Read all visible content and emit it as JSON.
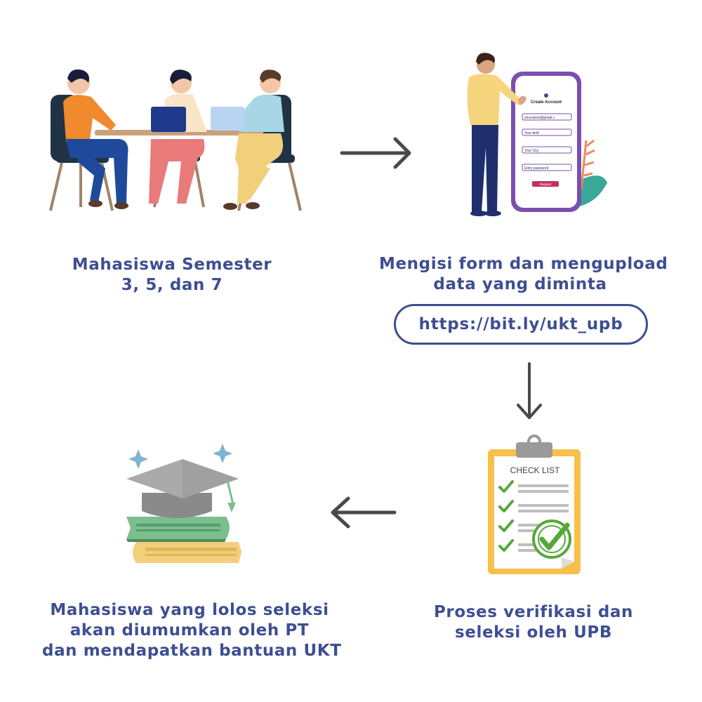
{
  "colors": {
    "text": "#3d4f91",
    "arrow": "#4a4a4a",
    "accent_green": "#55a83a",
    "clipboard": "#f7c04a"
  },
  "steps": [
    {
      "id": "step1",
      "illustration": "meeting-people-icon",
      "lines": [
        "Mahasiswa Semester",
        "3, 5, dan 7"
      ]
    },
    {
      "id": "step2",
      "illustration": "phone-form-icon",
      "lines": [
        "Mengisi form dan mengupload",
        "data yang diminta"
      ],
      "link": "https://bit.ly/ukt_upb",
      "phone_form": {
        "title": "Create Account",
        "fields": [
          "yourname@gmail.c",
          "Your birth",
          "Your City",
          "Entry password"
        ],
        "button": "Register"
      }
    },
    {
      "id": "step3",
      "illustration": "checklist-icon",
      "lines": [
        "Proses verifikasi dan",
        "seleksi oleh UPB"
      ],
      "checklist_title": "CHECK LIST"
    },
    {
      "id": "step4",
      "illustration": "graduation-books-icon",
      "lines": [
        "Mahasiswa yang lolos seleksi",
        "akan diumumkan oleh PT",
        "dan mendapatkan bantuan UKT"
      ]
    }
  ],
  "arrows": [
    "arrow-right-icon",
    "arrow-down-icon",
    "arrow-left-icon"
  ]
}
